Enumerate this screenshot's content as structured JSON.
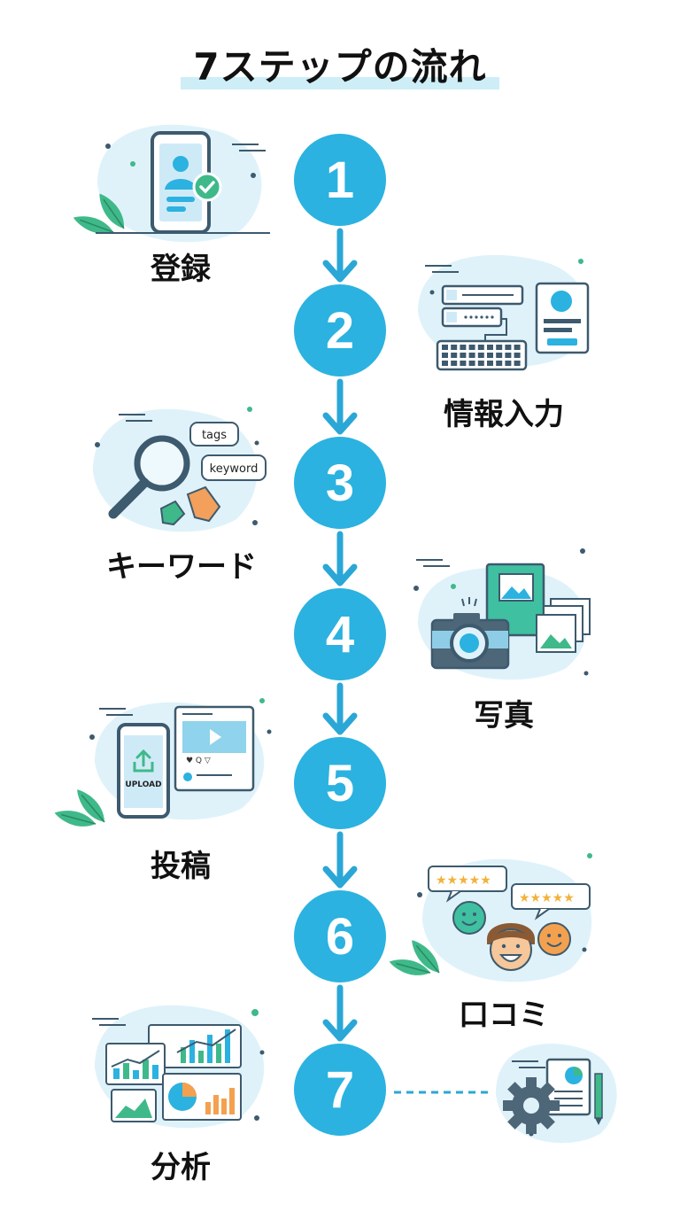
{
  "title": "7ステップの流れ",
  "colors": {
    "accent": "#2bb2e0",
    "arrow": "#2aa7d6",
    "blob": "#dff2fa",
    "green": "#3fb98a",
    "dark": "#3d5a6e"
  },
  "steps": [
    {
      "number": "1",
      "label": "登録",
      "side": "left",
      "icon": "phone-profile-check-icon"
    },
    {
      "number": "2",
      "label": "情報入力",
      "side": "right",
      "icon": "form-keyboard-icon"
    },
    {
      "number": "3",
      "label": "キーワード",
      "side": "left",
      "icon": "magnifier-tags-icon",
      "tags": [
        "tags",
        "keyword"
      ]
    },
    {
      "number": "4",
      "label": "写真",
      "side": "right",
      "icon": "camera-photos-icon"
    },
    {
      "number": "5",
      "label": "投稿",
      "side": "left",
      "icon": "phone-upload-video-icon",
      "upload_text": "UPLOAD"
    },
    {
      "number": "6",
      "label": "口コミ",
      "side": "right",
      "icon": "reviews-faces-icon"
    },
    {
      "number": "7",
      "label": "分析",
      "side": "left",
      "icon": "charts-analytics-icon"
    }
  ],
  "final_icon": "gear-document-icon"
}
